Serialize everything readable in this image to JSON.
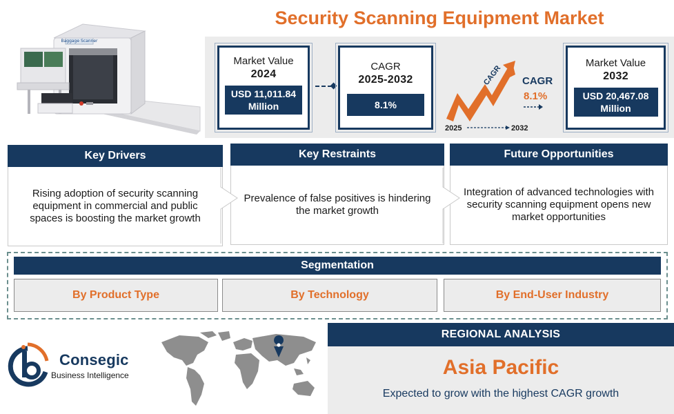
{
  "title": "Security Scanning Equipment Market",
  "hero": {
    "machine_label": "Baggage Scanner"
  },
  "metrics": {
    "market_value_2024": {
      "label": "Market Value",
      "year": "2024",
      "value_line1": "USD 11,011.84",
      "value_line2": "Million"
    },
    "cagr": {
      "label": "CAGR",
      "period": "2025-2032",
      "value": "8.1%"
    },
    "market_value_2032": {
      "label": "Market Value",
      "year": "2032",
      "value_line1": "USD 20,467.08",
      "value_line2": "Million"
    }
  },
  "cagr_graphic": {
    "arrow_text": "CAGR",
    "label": "CAGR",
    "value": "8.1%",
    "start_year": "2025",
    "end_year": "2032"
  },
  "key_boxes": {
    "drivers": {
      "title": "Key Drivers",
      "text": "Rising adoption of security scanning equipment in commercial and public spaces is boosting the market growth"
    },
    "restraints": {
      "title": "Key Restraints",
      "text": "Prevalence of false positives is hindering the market growth"
    },
    "opportunities": {
      "title": "Future Opportunities",
      "text": "Integration of advanced technologies with security scanning equipment opens new market opportunities"
    }
  },
  "segmentation": {
    "title": "Segmentation",
    "items": [
      "By Product Type",
      "By Technology",
      "By End-User Industry"
    ]
  },
  "brand": {
    "name": "Consegic",
    "subtitle": "Business Intelligence"
  },
  "regional": {
    "title": "REGIONAL ANALYSIS",
    "region": "Asia Pacific",
    "description": "Expected to grow with the highest CAGR growth"
  },
  "colors": {
    "navy": "#17395f",
    "orange": "#e16f2a",
    "grey": "#ececec"
  }
}
